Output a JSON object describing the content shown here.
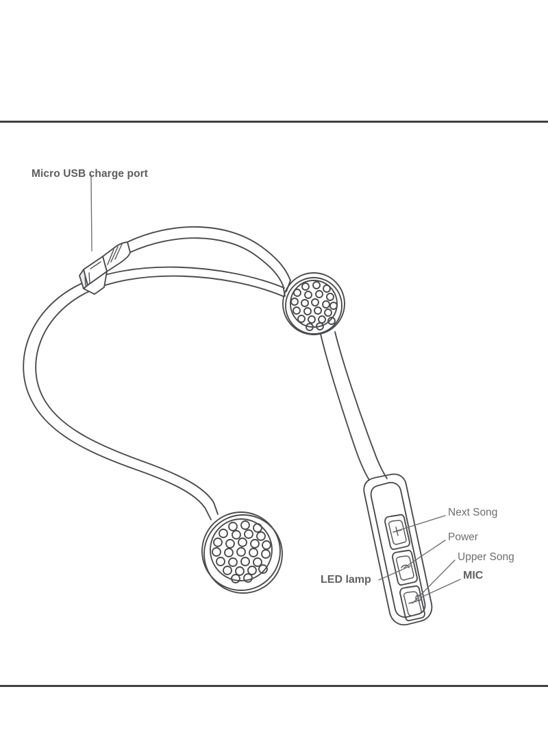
{
  "page": {
    "background_color": "#ffffff",
    "line_color": "#4a4b4d",
    "label_color": "#6d6e71",
    "rule_color": "#3f4042"
  },
  "diagram": {
    "type": "product-line-drawing",
    "subject": "wireless bluetooth neckband headset",
    "callouts": [
      {
        "id": "micro-usb-charge-port",
        "label": "Micro USB charge port",
        "weight": "bold",
        "position": "top-left",
        "points_to": "usb-connector"
      },
      {
        "id": "next-song",
        "label": "Next Song",
        "weight": "regular",
        "position": "right",
        "points_to": "button-top"
      },
      {
        "id": "power",
        "label": "Power",
        "weight": "regular",
        "position": "right",
        "points_to": "button-middle"
      },
      {
        "id": "upper-song",
        "label": "Upper Song",
        "weight": "regular",
        "position": "right",
        "points_to": "button-bottom"
      },
      {
        "id": "mic",
        "label": "MIC",
        "weight": "bold",
        "position": "right",
        "points_to": "mic-hole"
      },
      {
        "id": "led-lamp",
        "label": "LED lamp",
        "weight": "bold",
        "position": "left",
        "points_to": "led-indicator"
      }
    ],
    "parts": [
      {
        "id": "usb-connector",
        "name": "Micro USB plug"
      },
      {
        "id": "earbud-upper",
        "name": "Upper earphone speaker"
      },
      {
        "id": "earbud-lower",
        "name": "Lower earphone speaker"
      },
      {
        "id": "neckband-cable",
        "name": "Neckband cable loop"
      },
      {
        "id": "control-module",
        "name": "Inline control module"
      },
      {
        "id": "button-top",
        "name": "Next song button"
      },
      {
        "id": "button-middle",
        "name": "Power button"
      },
      {
        "id": "button-bottom",
        "name": "Upper song button"
      },
      {
        "id": "mic-hole",
        "name": "Microphone pinhole"
      }
    ]
  }
}
